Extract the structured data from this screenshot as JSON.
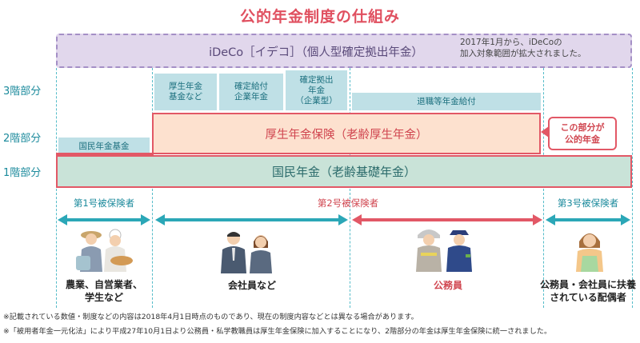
{
  "title": "公的年金制度の仕組み",
  "ideco": {
    "label": "iDeCo［イデコ］（個人型確定拠出年金）",
    "note_line1": "2017年1月から、iDeCoの",
    "note_line2": "加入対象範囲が拡大されました。"
  },
  "floors": {
    "third": "3階部分",
    "second": "2階部分",
    "first": "1階部分"
  },
  "tier3": {
    "kosei_kikin_line1": "厚生年金",
    "kosei_kikin_line2": "基金など",
    "kakutei_kyufu_line1": "確定給付",
    "kakutei_kyufu_line2": "企業年金",
    "kakutei_kyoshutsu_line1": "確定拠出",
    "kakutei_kyoshutsu_line2": "年金",
    "kakutei_kyoshutsu_line3": "（企業型）",
    "taishoku": "退職等年金給付"
  },
  "tier2": {
    "kokumin_kikin": "国民年金基金",
    "kosei_hoken": "厚生年金保険（老齢厚生年金）"
  },
  "tier1": {
    "kokumin_nenkin": "国民年金（老齢基礎年金）"
  },
  "koteki_note": {
    "line1": "この部分が",
    "line2": "公的年金"
  },
  "categories": {
    "first": "第1号被保険者",
    "second": "第2号被保険者",
    "third": "第3号被保険者"
  },
  "people": {
    "farmers_line1": "農業、自営業者、",
    "farmers_line2": "学生など",
    "employees": "会社員など",
    "civil_servants": "公務員",
    "spouse_line1": "公務員・会社員に扶養",
    "spouse_line2": "されている配偶者"
  },
  "footnotes": {
    "note1": "※記載されている数値・制度などの内容は2018年4月1日時点のものであり、現在の制度内容などとは異なる場合があります。",
    "note2": "※「被用者年金一元化法」により平成27年10月1日より公務員・私学教職員は厚生年金保険に加入することになり、2階部分の年金は厚生年金保険に統一されました。"
  },
  "colors": {
    "accent_red": "#e25866",
    "teal": "#1b8a9c",
    "arrow_teal": "#2ba7b7",
    "ideco_purple": "#e1d7ec",
    "kosei_orange": "#fde1cf",
    "kokumin_green": "#c9e3d8",
    "tier3_blue": "#bfe0e6"
  }
}
